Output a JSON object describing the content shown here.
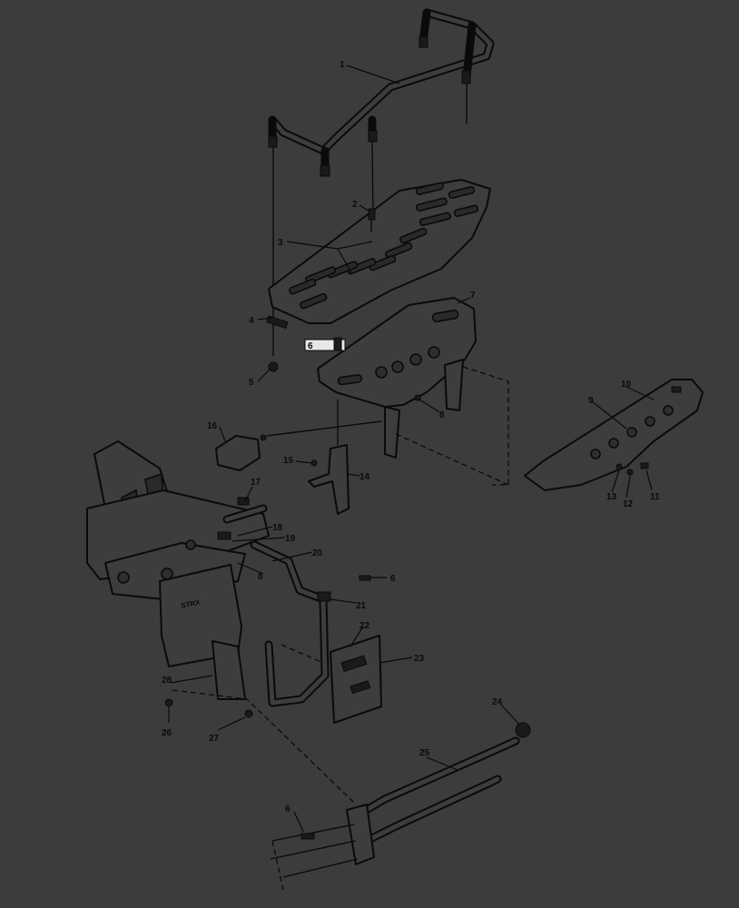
{
  "callouts": [
    {
      "id": "1",
      "label": "1"
    },
    {
      "id": "2",
      "label": "2"
    },
    {
      "id": "3",
      "label": "3"
    },
    {
      "id": "4",
      "label": "4"
    },
    {
      "id": "5",
      "label": "5"
    },
    {
      "id": "6a",
      "label": "6"
    },
    {
      "id": "7",
      "label": "7"
    },
    {
      "id": "8a",
      "label": "8"
    },
    {
      "id": "9",
      "label": "9"
    },
    {
      "id": "10",
      "label": "10"
    },
    {
      "id": "11",
      "label": "11"
    },
    {
      "id": "12",
      "label": "12"
    },
    {
      "id": "13",
      "label": "13"
    },
    {
      "id": "14",
      "label": "14"
    },
    {
      "id": "15",
      "label": "15"
    },
    {
      "id": "16",
      "label": "16"
    },
    {
      "id": "17",
      "label": "17"
    },
    {
      "id": "18",
      "label": "18"
    },
    {
      "id": "19",
      "label": "19"
    },
    {
      "id": "20",
      "label": "20"
    },
    {
      "id": "8b",
      "label": "8"
    },
    {
      "id": "6b",
      "label": "6"
    },
    {
      "id": "21",
      "label": "21"
    },
    {
      "id": "22",
      "label": "22"
    },
    {
      "id": "23",
      "label": "23"
    },
    {
      "id": "24",
      "label": "24"
    },
    {
      "id": "25",
      "label": "25"
    },
    {
      "id": "26",
      "label": "26"
    },
    {
      "id": "27",
      "label": "27"
    },
    {
      "id": "28",
      "label": "28"
    },
    {
      "id": "6c",
      "label": "6"
    }
  ],
  "colors": {
    "background": "#3c3c3c",
    "line": "#0a0a0a"
  }
}
